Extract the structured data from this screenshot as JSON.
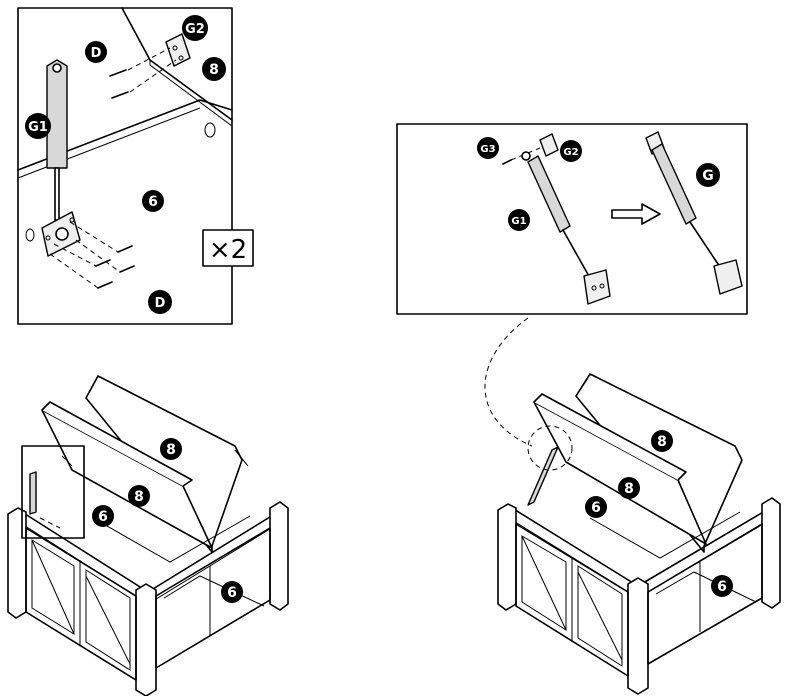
{
  "colors": {
    "ink": "#000000",
    "paper": "#ffffff",
    "strut": "#d8d8d8"
  },
  "inset_left": {
    "labels": {
      "g2": "G2",
      "part8": "8",
      "screw_top": "D",
      "g1": "G1",
      "part6": "6",
      "screw_bottom": "D"
    },
    "multiplier": "×2"
  },
  "inset_right": {
    "labels": {
      "g3": "G3",
      "g2": "G2",
      "g1": "G1",
      "g": "G"
    },
    "arrow_icon": "right-arrow-icon"
  },
  "assembly_left": {
    "labels": {
      "lid_back": "8",
      "lid_front": "8",
      "frame_inner": "6",
      "frame_side": "6"
    }
  },
  "assembly_right": {
    "labels": {
      "lid_back": "8",
      "lid_front": "8",
      "frame_inner": "6",
      "frame_side": "6"
    }
  }
}
